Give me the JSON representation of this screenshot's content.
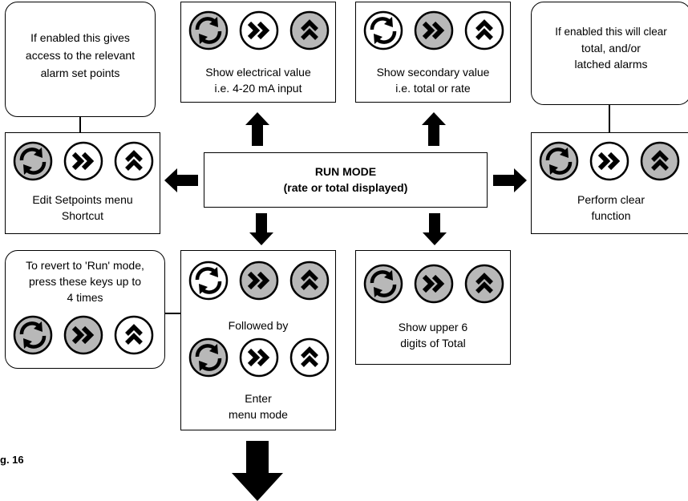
{
  "run_mode": {
    "title": "RUN MODE",
    "subtitle": "(rate or total displayed)"
  },
  "electrical": {
    "line1": "Show electrical value",
    "line2": "i.e. 4-20 mA input"
  },
  "secondary": {
    "line1": "Show secondary value",
    "line2": "i.e. total or rate"
  },
  "alarm_note": {
    "line1": "If enabled this gives",
    "line2": "access to the relevant",
    "line3": "alarm set points"
  },
  "clear_note": {
    "line1": "If enabled this will clear",
    "line2": "total, and/or",
    "line3": "latched alarms"
  },
  "setpoints": {
    "line1": "Edit Setpoints menu",
    "line2": "Shortcut"
  },
  "clear_function": {
    "line1": "Perform clear",
    "line2": "function"
  },
  "revert": {
    "line1": "To revert to 'Run' mode,",
    "line2": "press these keys up to",
    "line3": "4 times"
  },
  "menu": {
    "followed_by": "Followed by",
    "line1": "Enter",
    "line2": "menu mode"
  },
  "upper_digits": {
    "line1": "Show upper 6",
    "line2": "digits of Total"
  },
  "figure_label": "g. 16",
  "buttons": {
    "icons": [
      "cycle-icon",
      "double-chevron-right-icon",
      "double-chevron-up-icon"
    ],
    "pressed_color": "#b8b8b8",
    "normal_color": "#ffffff"
  }
}
